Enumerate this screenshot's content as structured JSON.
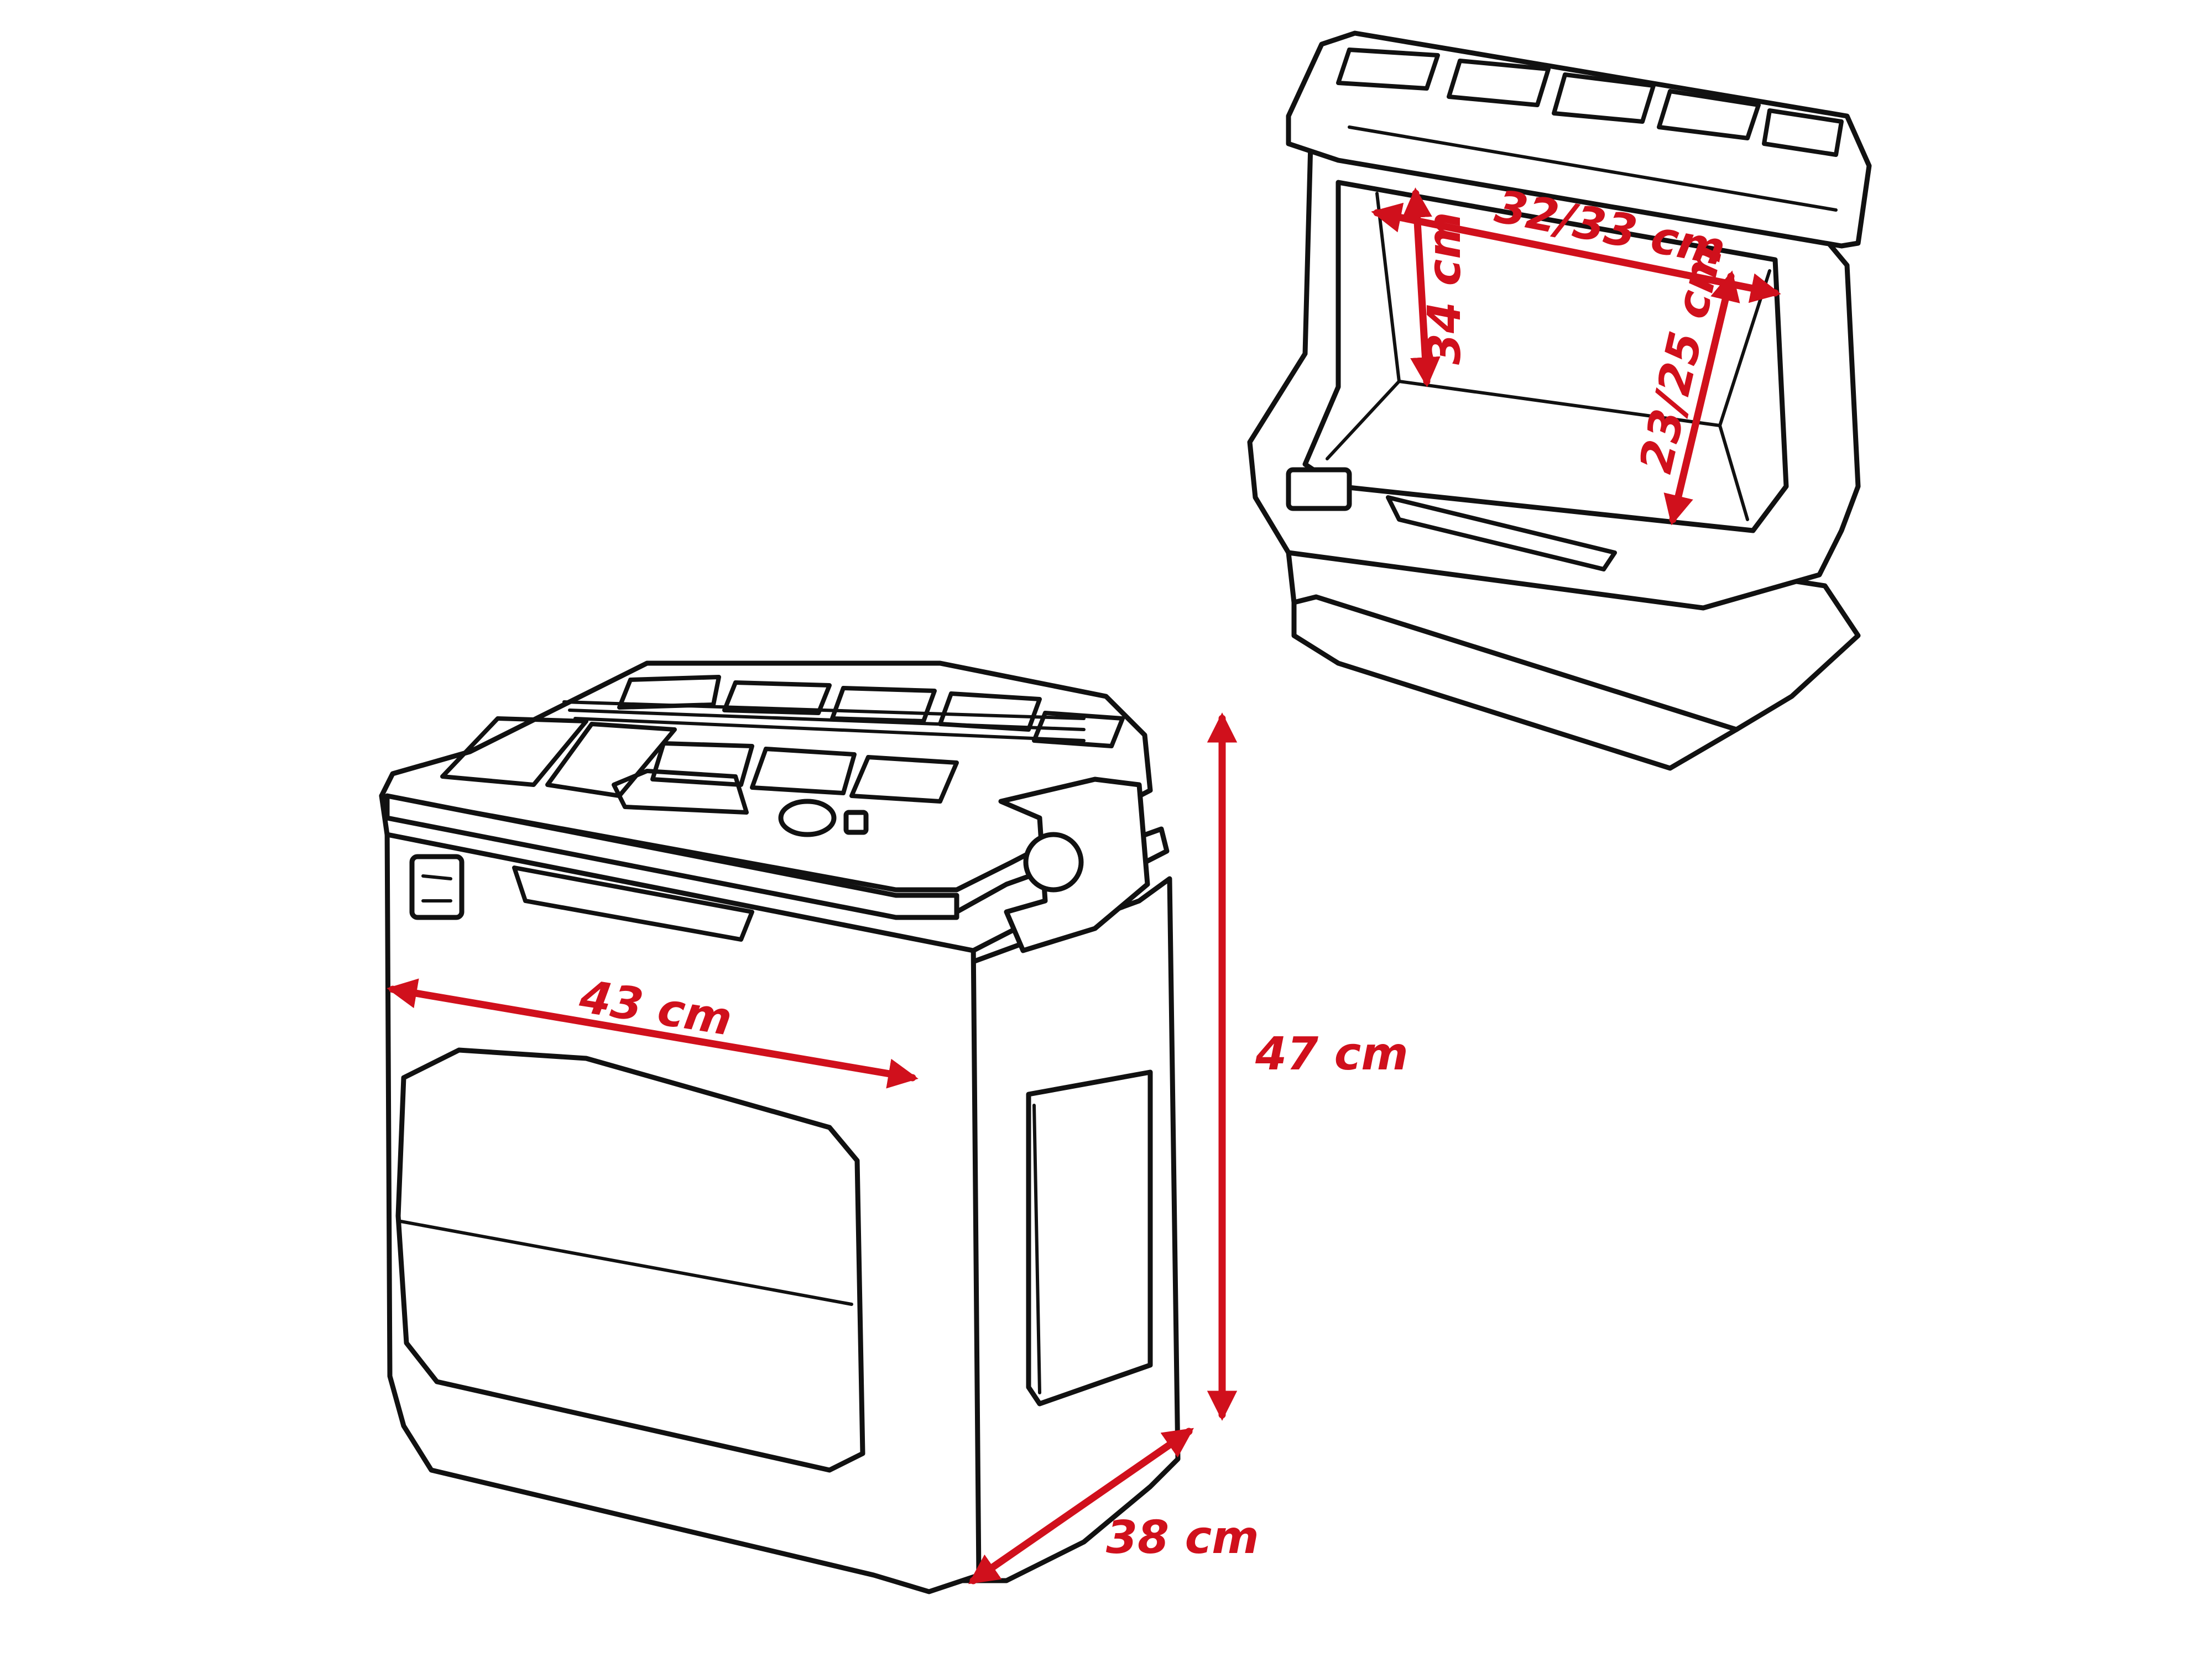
{
  "accent_color": "#d0101c",
  "line_color": "#111111",
  "dimensions": {
    "width_outer": "43 cm",
    "depth_outer": "38 cm",
    "height_outer": "47 cm",
    "width_inner": "32/33 cm",
    "height_inner": "34 cm",
    "depth_inner": "23/25 cm"
  }
}
